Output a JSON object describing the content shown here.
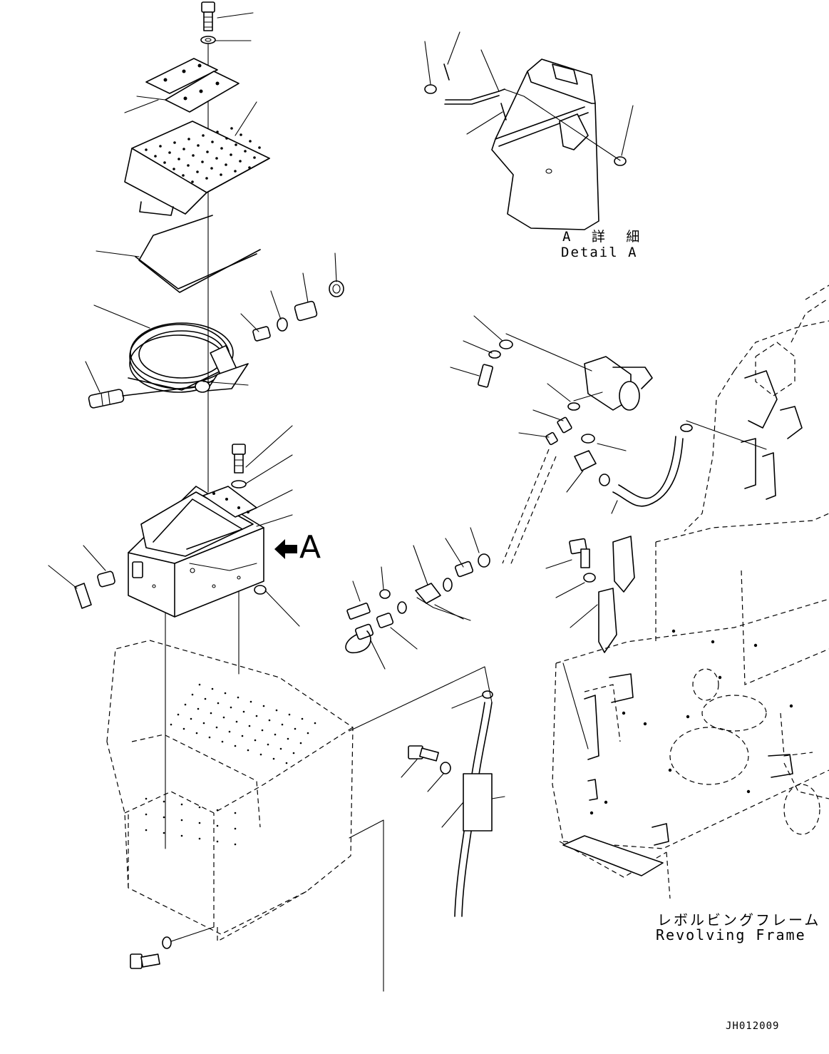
{
  "labels": {
    "detail_jp": "A 詳 細",
    "detail_en": "Detail A",
    "frame_jp": "レボルビングフレーム",
    "frame_en": "Revolving Frame",
    "view_arrow_letter": "A",
    "drawing_code": "JH012009"
  }
}
